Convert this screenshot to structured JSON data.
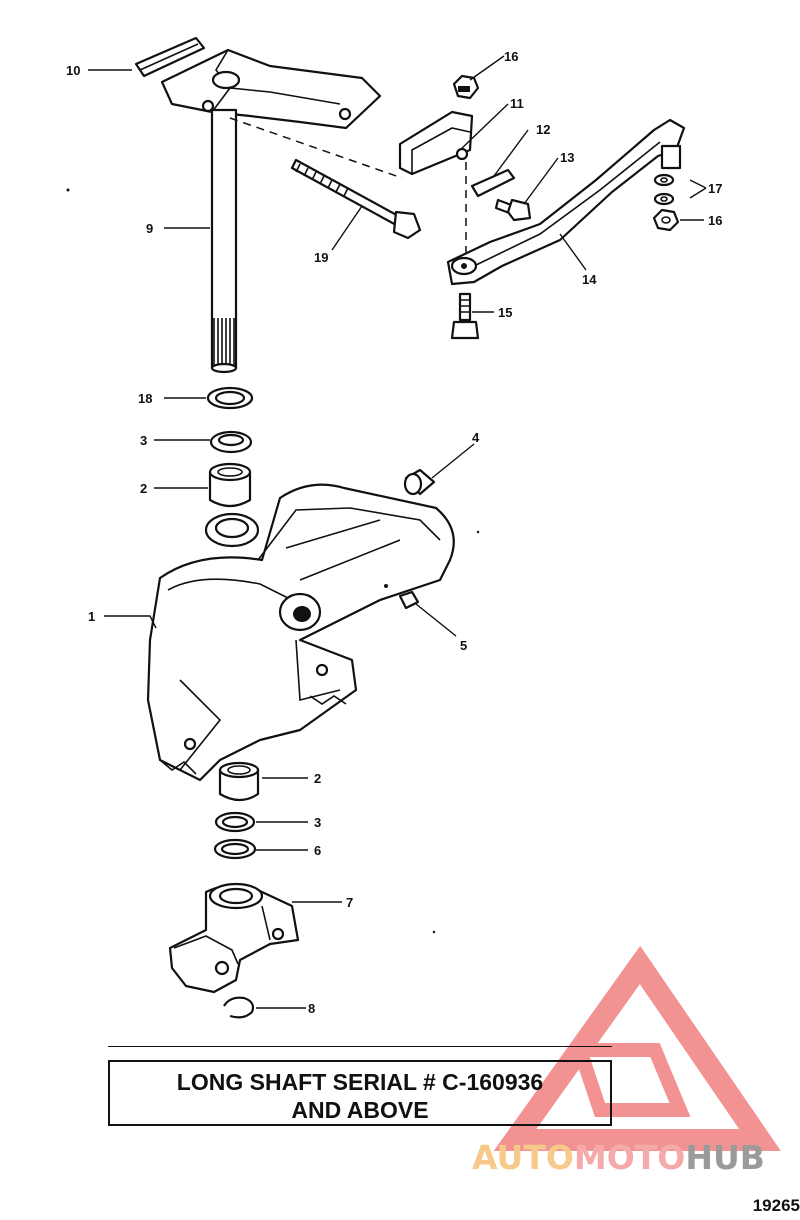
{
  "callouts": {
    "c10": "10",
    "c9": "9",
    "c18": "18",
    "c3a": "3",
    "c2a": "2",
    "c1": "1",
    "c16a": "16",
    "c11": "11",
    "c12": "12",
    "c13": "13",
    "c17": "17",
    "c16b": "16",
    "c19": "19",
    "c14": "14",
    "c15": "15",
    "c4": "4",
    "c5": "5",
    "c2b": "2",
    "c3b": "3",
    "c6": "6",
    "c7": "7",
    "c8": "8"
  },
  "caption": {
    "line1": "LONG SHAFT SERIAL # C-160936",
    "line2": "AND ABOVE"
  },
  "watermark": {
    "part1": "AUTO",
    "part2": "MOTO",
    "part3": "HUB",
    "colors": {
      "triangle": "#f08080",
      "auto": "#f7c98a",
      "moto": "#f5a9a9",
      "hub": "#9a9a9a"
    }
  },
  "drawing_number": "19265"
}
